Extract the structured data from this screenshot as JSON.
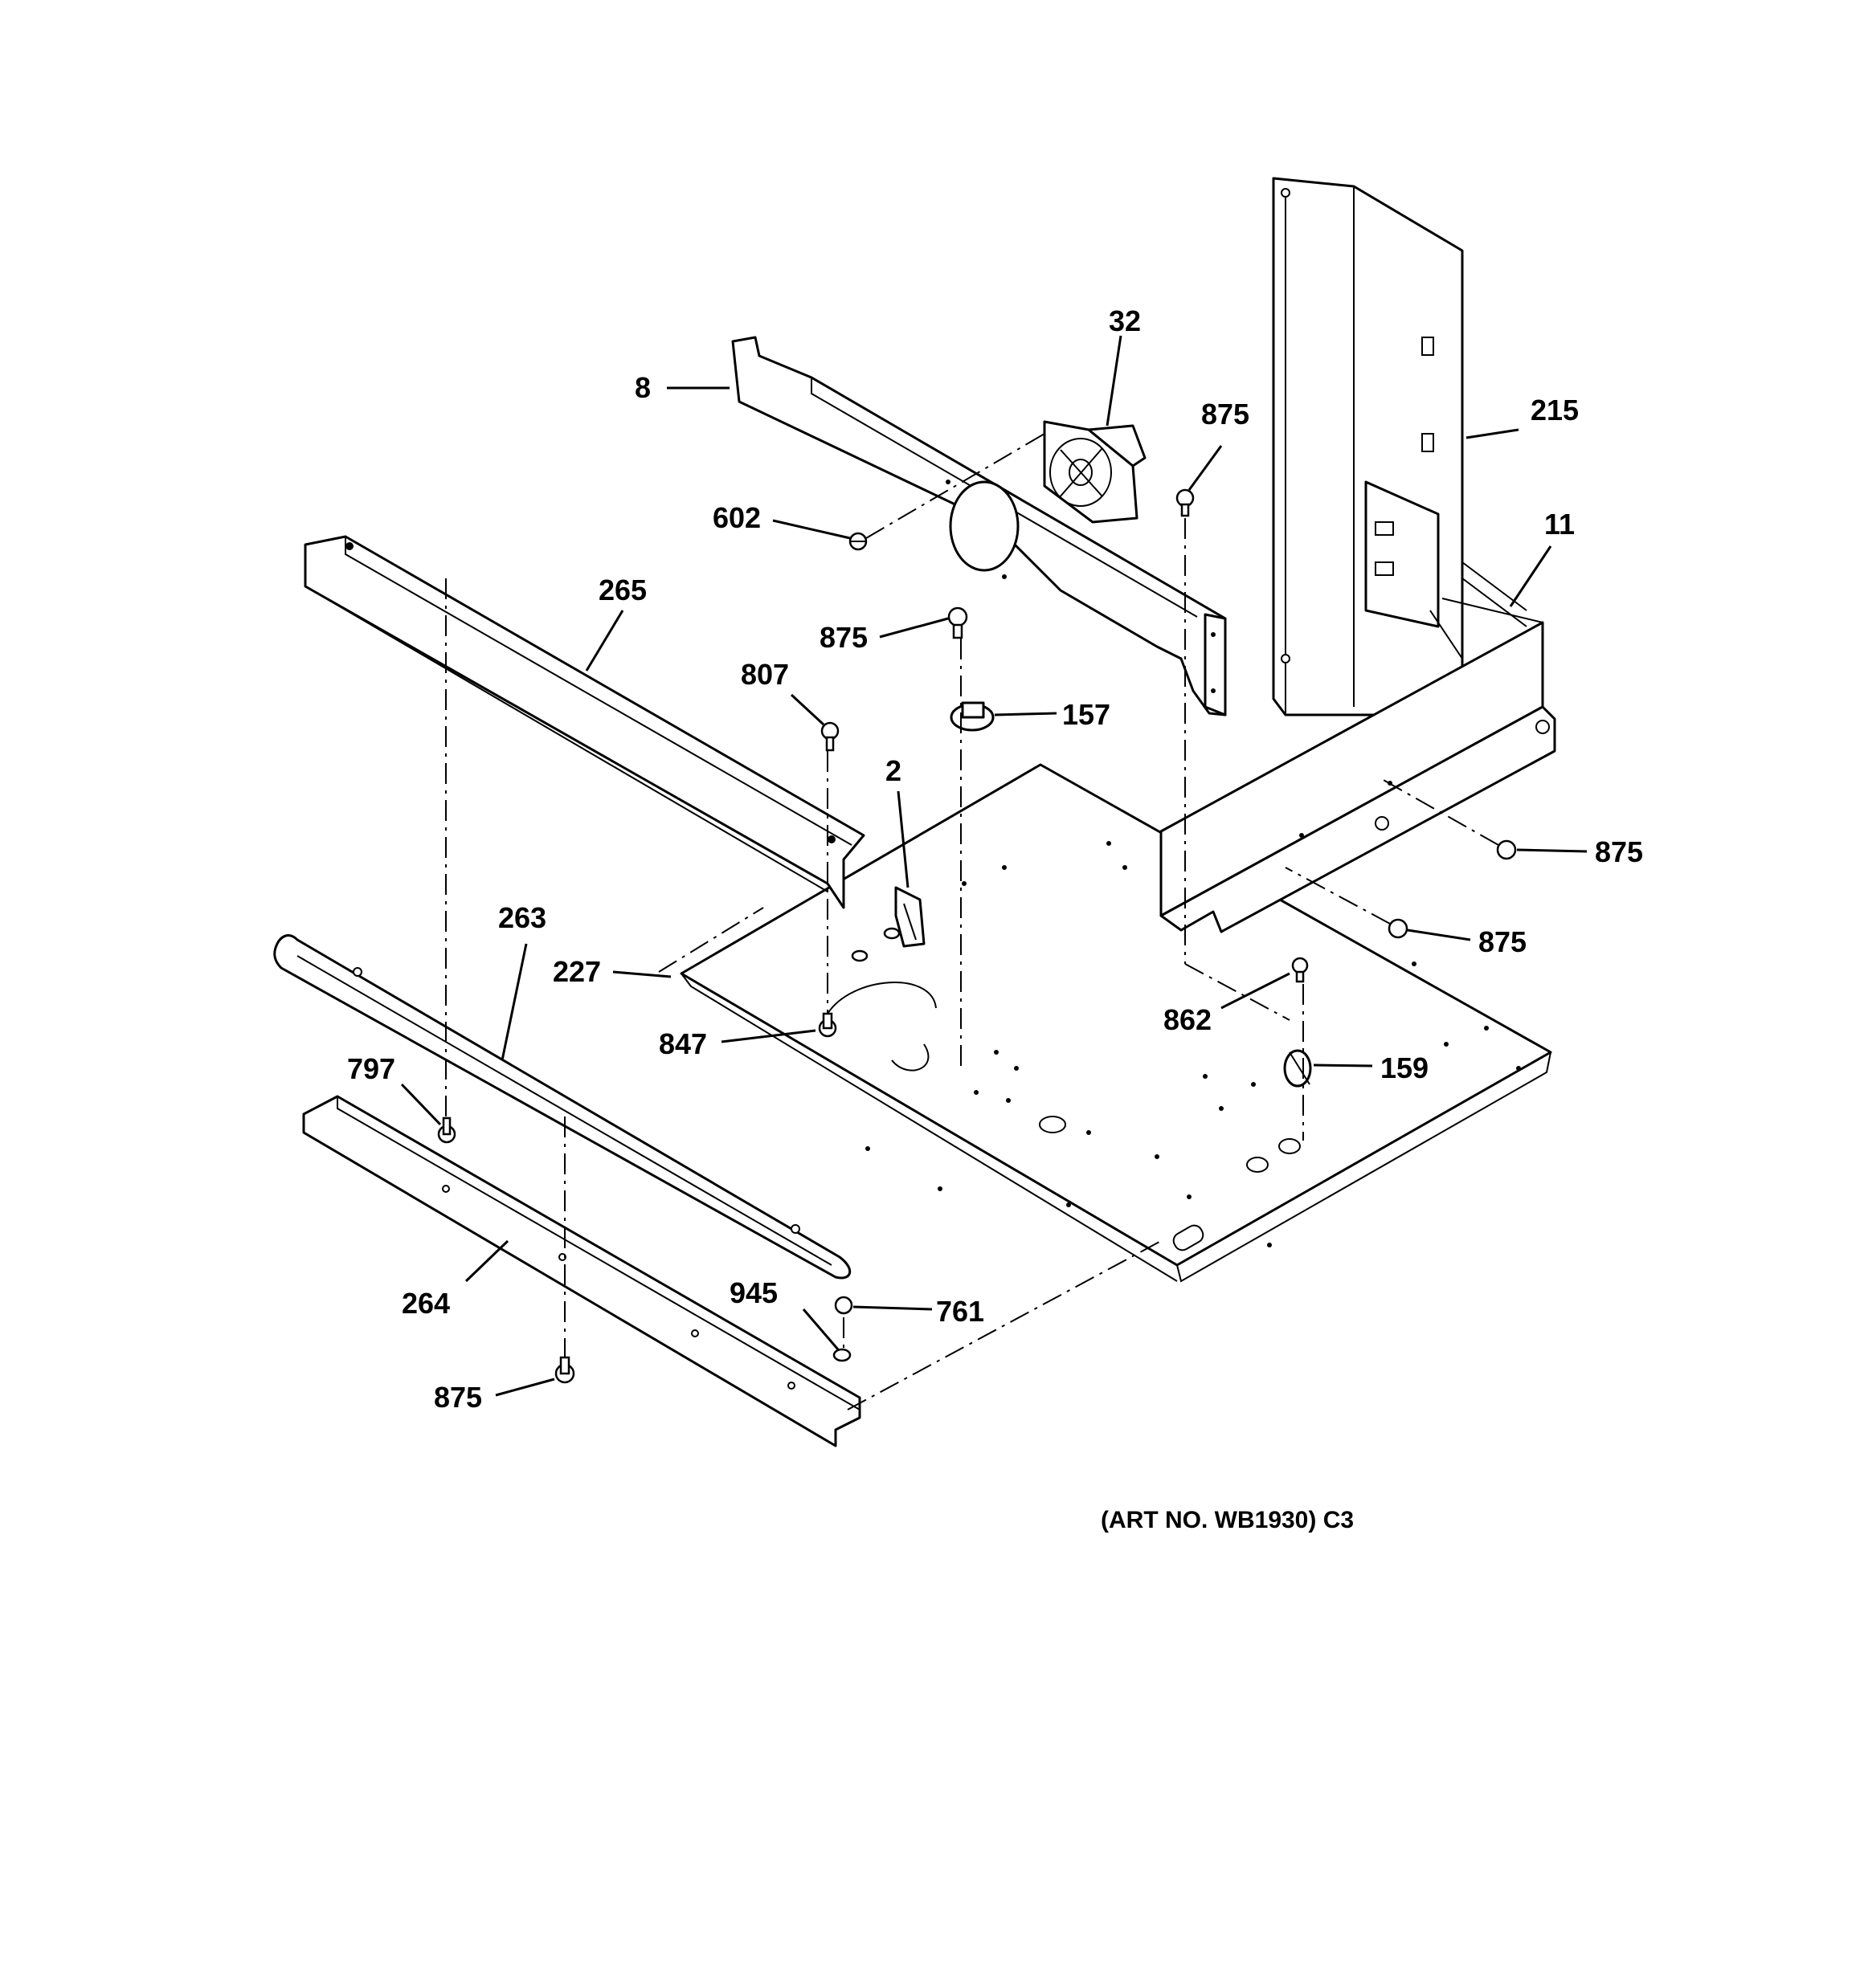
{
  "callouts": [
    {
      "id": "c32",
      "label": "32"
    },
    {
      "id": "c8",
      "label": "8"
    },
    {
      "id": "c875a",
      "label": "875"
    },
    {
      "id": "c215",
      "label": "215"
    },
    {
      "id": "c602",
      "label": "602"
    },
    {
      "id": "c11",
      "label": "11"
    },
    {
      "id": "c265",
      "label": "265"
    },
    {
      "id": "c875b",
      "label": "875"
    },
    {
      "id": "c807",
      "label": "807"
    },
    {
      "id": "c157",
      "label": "157"
    },
    {
      "id": "c2",
      "label": "2"
    },
    {
      "id": "c875c",
      "label": "875"
    },
    {
      "id": "c263",
      "label": "263"
    },
    {
      "id": "c875d",
      "label": "875"
    },
    {
      "id": "c227",
      "label": "227"
    },
    {
      "id": "c862",
      "label": "862"
    },
    {
      "id": "c847",
      "label": "847"
    },
    {
      "id": "c159",
      "label": "159"
    },
    {
      "id": "c797",
      "label": "797"
    },
    {
      "id": "c945",
      "label": "945"
    },
    {
      "id": "c761",
      "label": "761"
    },
    {
      "id": "c264",
      "label": "264"
    },
    {
      "id": "c875e",
      "label": "875"
    }
  ],
  "art_number": "(ART NO. WB1930) C3"
}
